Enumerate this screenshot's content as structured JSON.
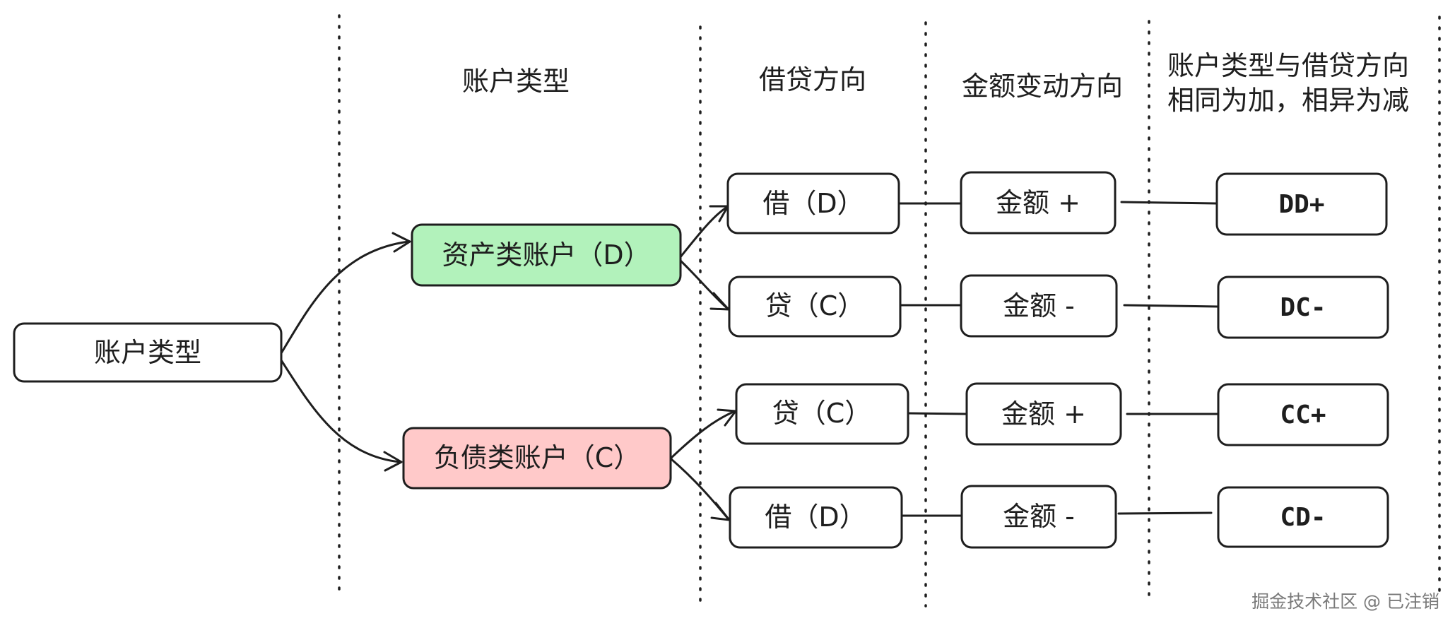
{
  "headers": {
    "account_type": "账户类型",
    "debit_credit_direction": "借贷方向",
    "amount_change_direction": "金额变动方向",
    "rule_line1": "账户类型与借贷方向",
    "rule_line2": "相同为加，相异为减"
  },
  "root": {
    "label": "账户类型"
  },
  "account_types": [
    {
      "label": "资产类账户（D）",
      "color": "#b2f2bb"
    },
    {
      "label": "负债类账户（C）",
      "color": "#ffc9c9"
    }
  ],
  "directions": [
    {
      "label": "借（D）"
    },
    {
      "label": "贷（C）"
    },
    {
      "label": "贷（C）"
    },
    {
      "label": "借（D）"
    }
  ],
  "amounts": [
    {
      "label": "金额 +"
    },
    {
      "label": "金额 -"
    },
    {
      "label": "金额 +"
    },
    {
      "label": "金额 -"
    }
  ],
  "results": [
    {
      "label": "DD+"
    },
    {
      "label": "DC-"
    },
    {
      "label": "CC+"
    },
    {
      "label": "CD-"
    }
  ],
  "watermark": "掘金技术社区 @ 已注销"
}
